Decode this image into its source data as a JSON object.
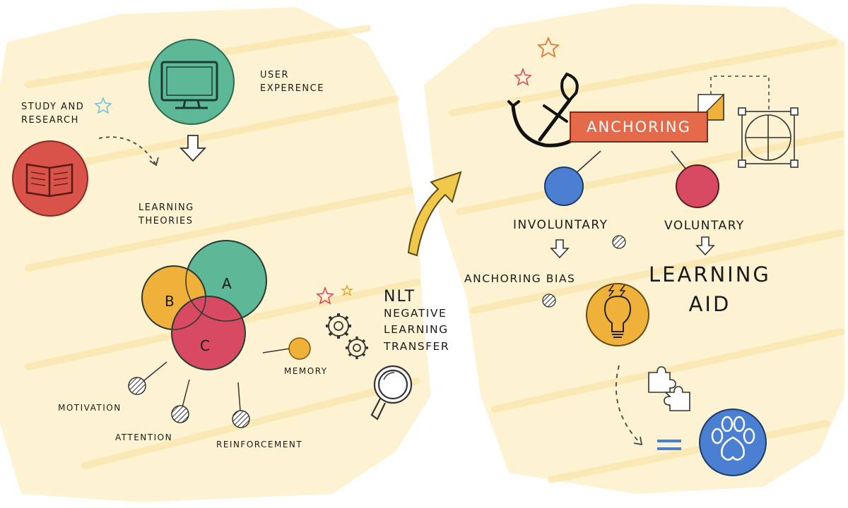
{
  "left_panel": {
    "study_and_research": "STUDY AND\nRESEARCH",
    "user_experience": "USER\nEXPERENCE",
    "learning_theories": "LEARNING\nTHEORIES",
    "venn": {
      "a": "A",
      "b": "B",
      "c": "C"
    },
    "motivation": "MOTIVATION",
    "attention": "ATTENTION",
    "reinforcement": "REINFORCEMENT",
    "memory": "MEMORY",
    "nlt_title": "NLT",
    "nlt_subtitle": "NEGATIVE\nLEARNING\nTRANSFER"
  },
  "right_panel": {
    "anchoring": "ANCHORING",
    "involuntary": "INVOLUNTARY",
    "voluntary": "VOLUNTARY",
    "anchoring_bias": "ANCHORING BIAS",
    "learning_aid": "LEARNING\nAID"
  },
  "colors": {
    "background": "#fdf3d2",
    "green": "#5cb896",
    "red": "#d9534a",
    "yellow": "#efb13a",
    "pink": "#d84a62",
    "blue": "#4a7fd2",
    "orange_banner": "#e56a4a",
    "arrow_yellow": "#f0c94a"
  }
}
